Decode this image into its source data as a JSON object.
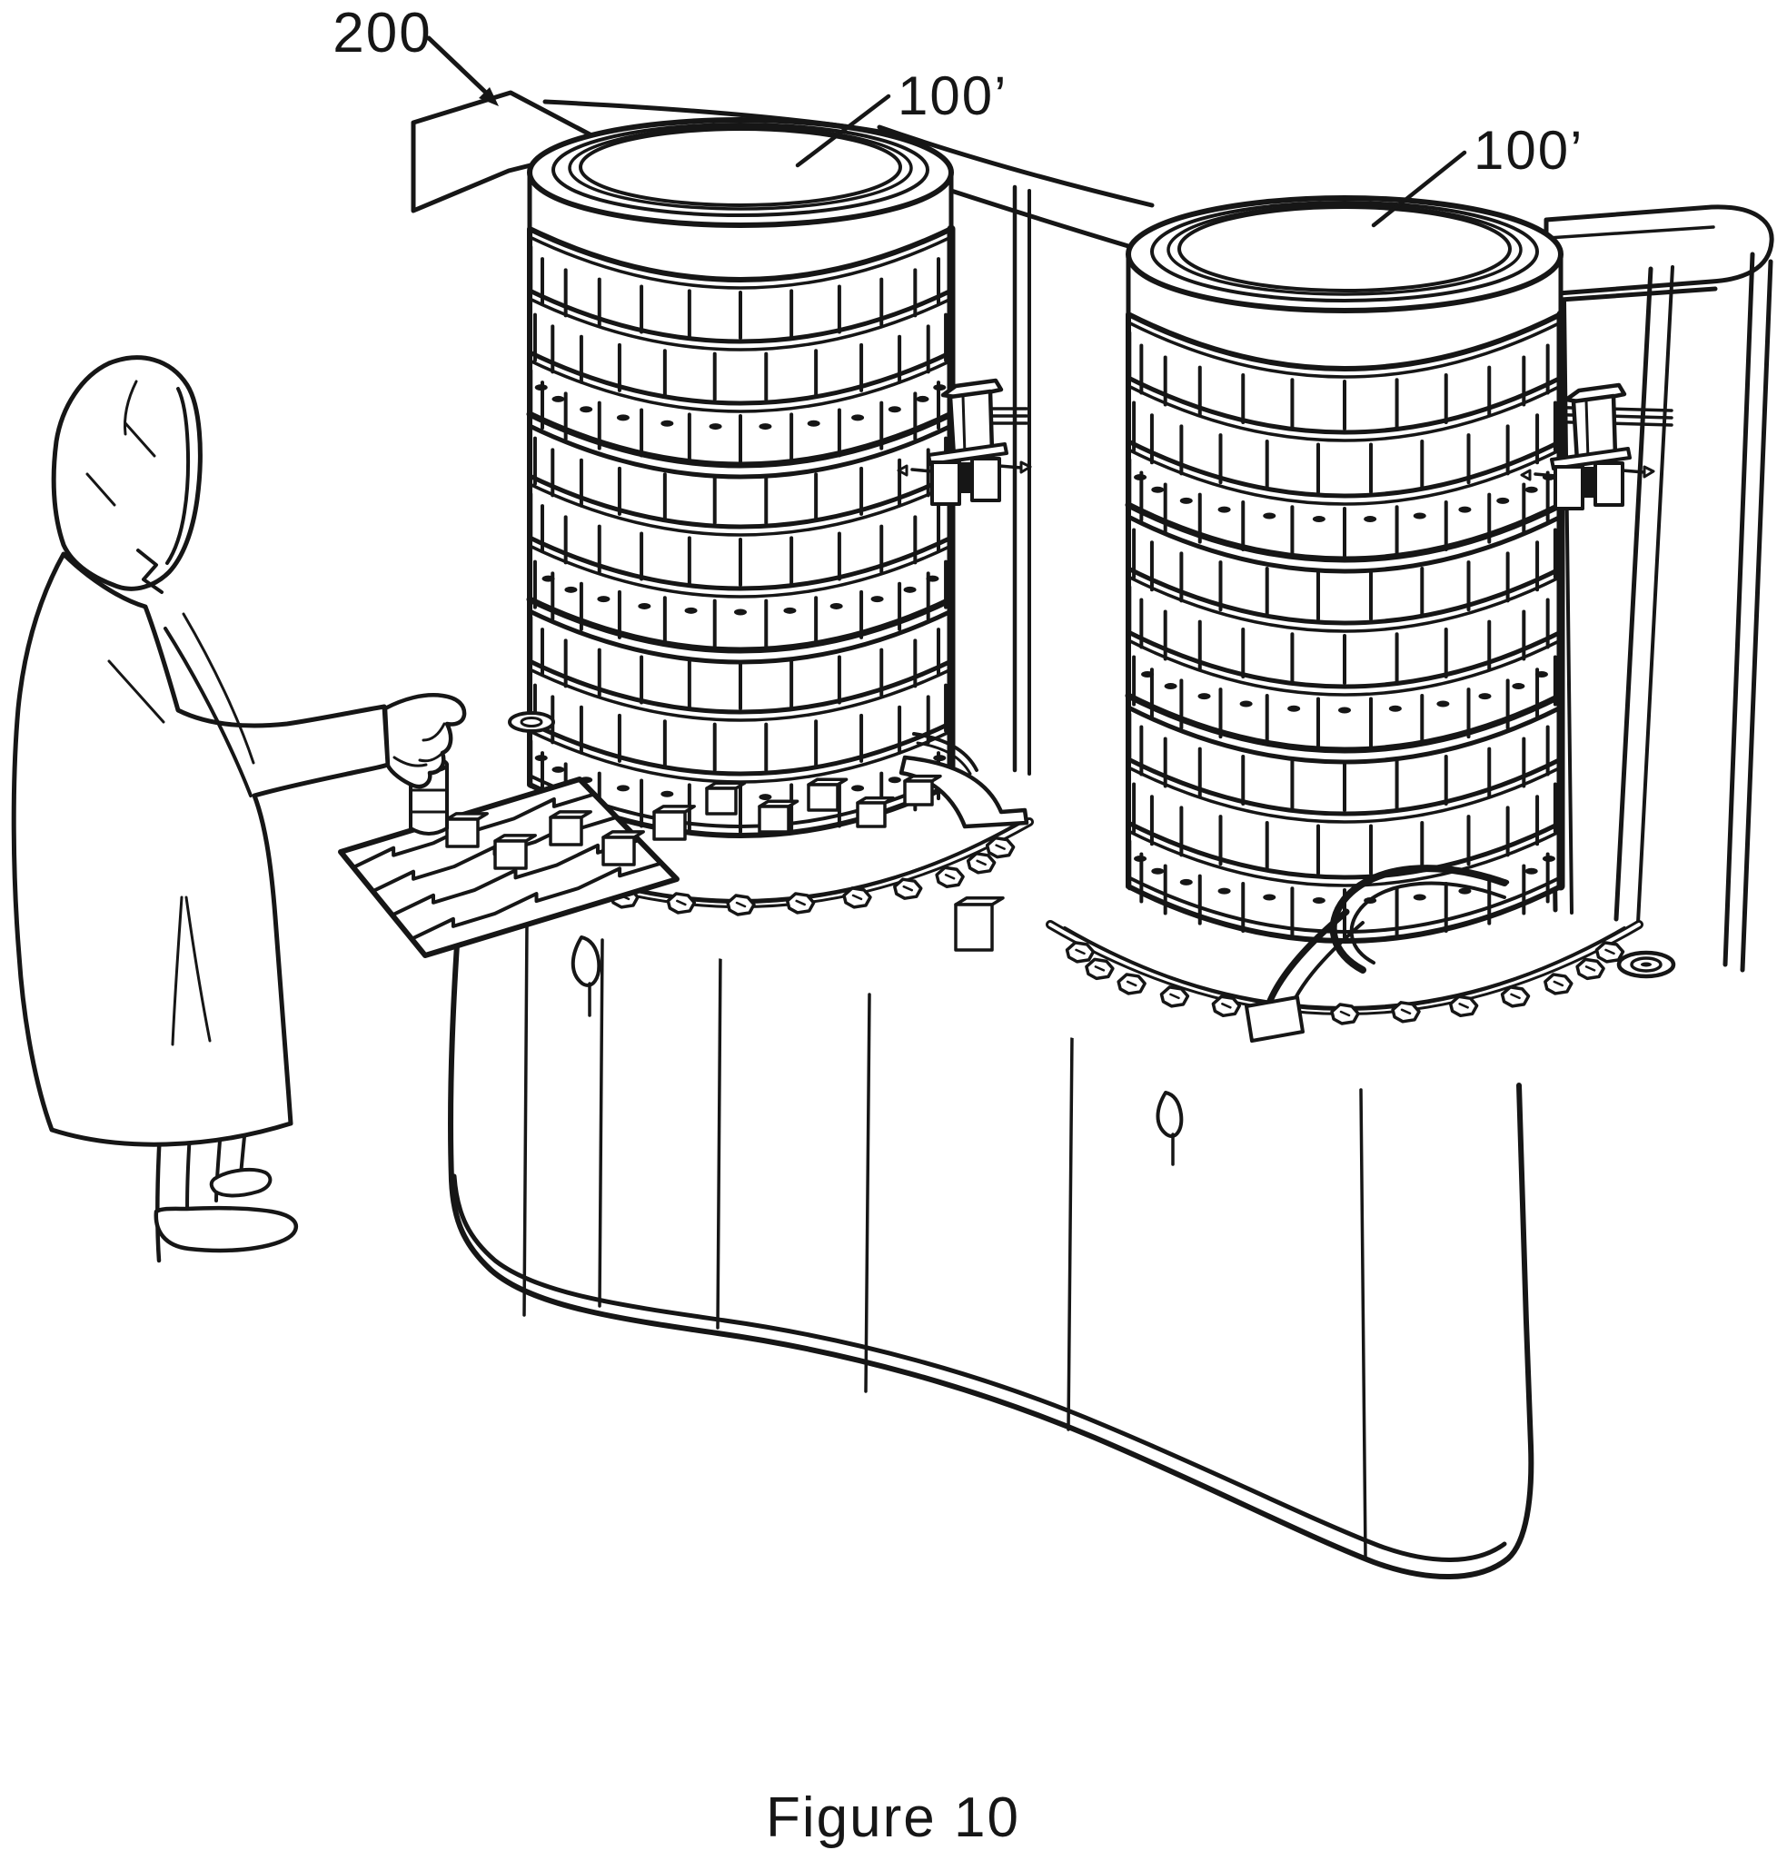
{
  "figure": {
    "caption": "Figure 10"
  },
  "labels": {
    "machine": {
      "text": "200"
    },
    "carousel_left": {
      "text": "100’"
    },
    "carousel_right": {
      "text": "100’"
    }
  },
  "colors": {
    "ink": "#161616",
    "paper": "#ffffff"
  }
}
